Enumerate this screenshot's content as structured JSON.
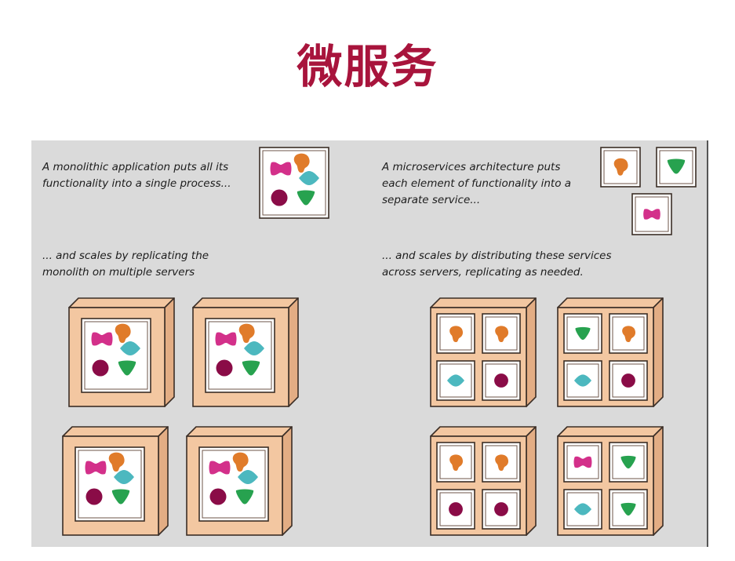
{
  "title": "微服务",
  "captions": {
    "monolith_intro": "A monolithic application puts all its\nfunctionality into a single process...",
    "monolith_scale": "... and scales by replicating the\nmonolith on multiple servers",
    "micro_intro": "A microservices architecture puts\neach element of functionality into a\nseparate service...",
    "micro_scale": "... and scales by distributing these services\nacross servers, replicating as needed."
  },
  "colors": {
    "title": "#a8143c",
    "panel": "#dadada",
    "box_face": "#f3c7a1",
    "box_side": "#e3ad84",
    "box_edge": "#3b2e26",
    "pink": "#d3308a",
    "orange": "#e07b2a",
    "teal": "#4cb8bf",
    "maroon": "#8a0c47",
    "green": "#27a24f"
  },
  "shapes": {
    "pink": "pink-bowtie-icon",
    "orange": "orange-blob-icon",
    "teal": "teal-diamond-icon",
    "maroon": "maroon-circle-icon",
    "green": "green-triangle-icon"
  },
  "micro_servers": [
    [
      "orange",
      "orange",
      "teal",
      "maroon"
    ],
    [
      "green",
      "orange",
      "teal",
      "maroon"
    ],
    [
      "orange",
      "orange",
      "maroon",
      "maroon"
    ],
    [
      "pink",
      "green",
      "teal",
      "green"
    ]
  ]
}
